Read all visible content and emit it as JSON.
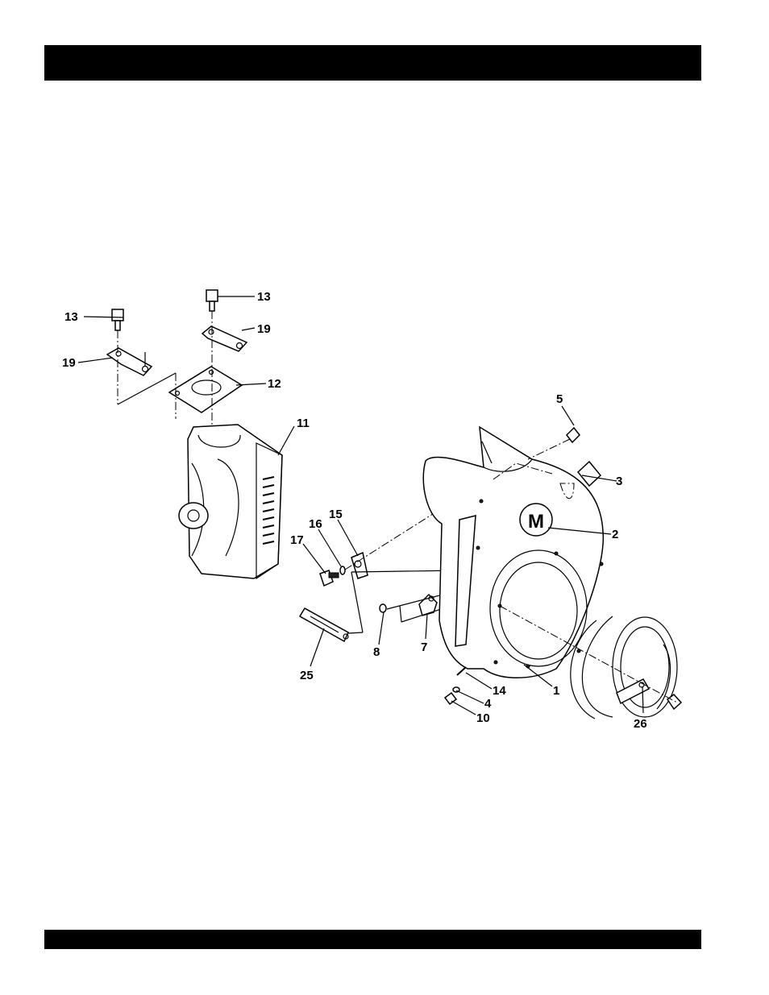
{
  "header_bar": {
    "color": "#000000"
  },
  "footer_bar": {
    "color": "#000000"
  },
  "diagram": {
    "callouts": {
      "c1": "1",
      "c2": "2",
      "c3": "3",
      "c4": "4",
      "c5": "5",
      "c7": "7",
      "c8": "8",
      "c10": "10",
      "c11": "11",
      "c12": "12",
      "c13a": "13",
      "c13b": "13",
      "c14": "14",
      "c15": "15",
      "c16": "16",
      "c17": "17",
      "c19a": "19",
      "c19b": "19",
      "c25": "25",
      "c26": "26"
    },
    "logo_letter": "M"
  }
}
